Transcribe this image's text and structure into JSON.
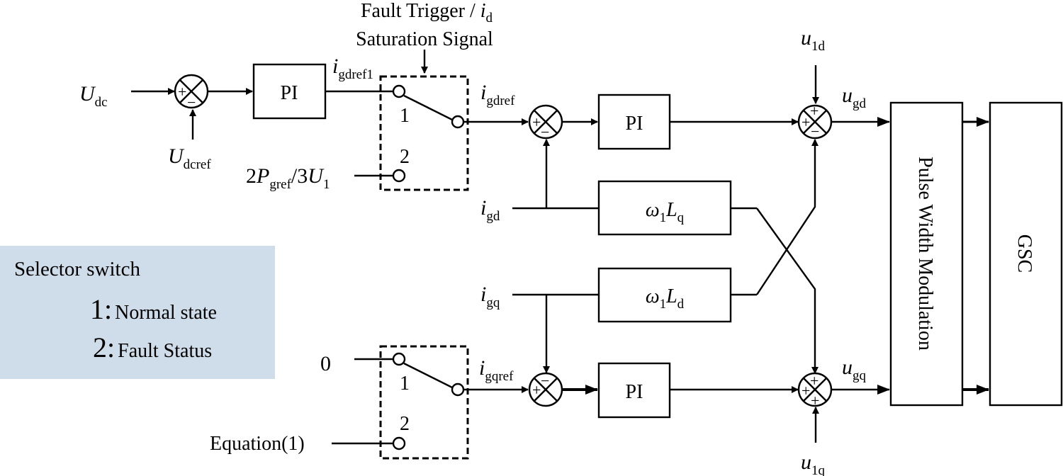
{
  "inputs": {
    "udc": "U",
    "udc_sub": "dc",
    "udcref": "U",
    "udcref_sub": "dcref",
    "pgref_prefix": "2",
    "pgref_sym": "P",
    "pgref_sub": "gref",
    "pgref_mid": "/3",
    "pgref_u": "U",
    "pgref_u_sub": "1",
    "zero": "0",
    "equation": "Equation(1)",
    "igd": "i",
    "igd_sub": "gd",
    "igq": "i",
    "igq_sub": "gq",
    "u1d": "u",
    "u1d_sub": "1d",
    "u1q": "u",
    "u1q_sub": "1q"
  },
  "signals": {
    "igdref1": "i",
    "igdref1_sub": "gdref1",
    "igdref": "i",
    "igdref_sub": "gdref",
    "igqref": "i",
    "igqref_sub": "gqref",
    "ugd": "u",
    "ugd_sub": "gd",
    "ugq": "u",
    "ugq_sub": "gq"
  },
  "fault_label": {
    "line1": "Fault Trigger / ",
    "line1_sym": "i",
    "line1_sub": "d",
    "line2": "Saturation Signal"
  },
  "blocks": {
    "pi_dc": "PI",
    "pi_d": "PI",
    "pi_q": "PI",
    "w1lq_w": "ω",
    "w1lq_w_sub": "1",
    "w1lq_L": "L",
    "w1lq_L_sub": "q",
    "w1ld_w": "ω",
    "w1ld_w_sub": "1",
    "w1ld_L": "L",
    "w1ld_L_sub": "d",
    "pwm": "Pulse Width Modulation",
    "gsc": "GSC"
  },
  "switches": {
    "pos1": "1",
    "pos2": "2"
  },
  "summers": {
    "plus": "+",
    "minus": "−"
  },
  "legend": {
    "title": "Selector switch",
    "item1_num": "1:",
    "item1_text": "Normal state",
    "item2_num": "2:",
    "item2_text": "Fault Status"
  }
}
